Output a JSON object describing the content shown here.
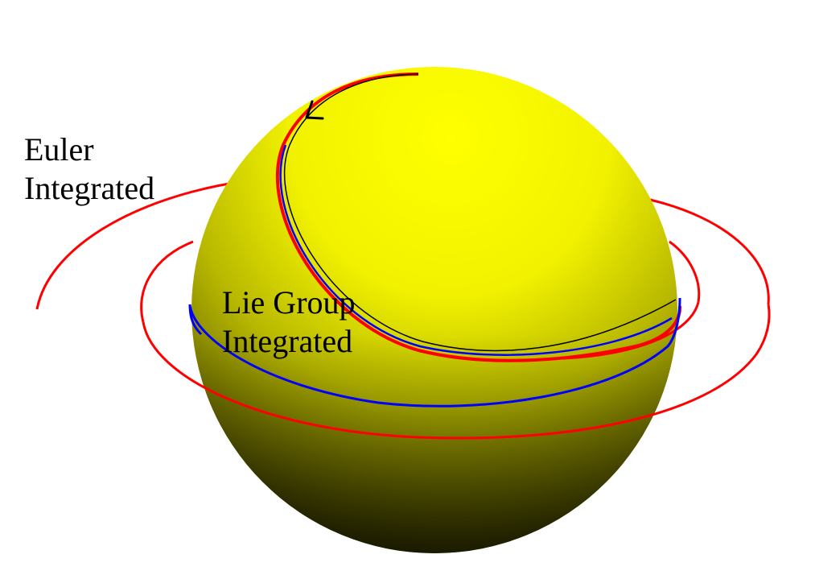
{
  "labels": {
    "euler": {
      "line1": "Euler",
      "line2": "Integrated"
    },
    "lie_group": {
      "line1": "Lie Group",
      "line2": "Integrated"
    }
  },
  "colors": {
    "sphere_highlight": "#ffff00",
    "sphere_mid": "#e8e800",
    "sphere_shadow": "#1a1a00",
    "euler_trajectory": "#ff0000",
    "lie_group_trajectory": "#0000ff",
    "reference_trajectory": "#000000",
    "background": "#ffffff",
    "text": "#000000"
  },
  "icons": {
    "arrow": "start-arrow-icon"
  }
}
